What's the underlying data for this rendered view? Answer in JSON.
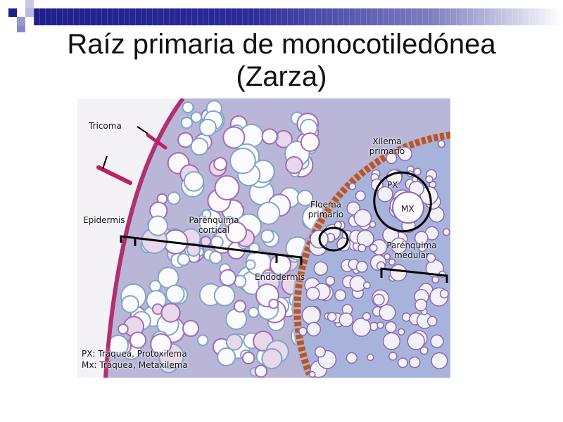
{
  "slide": {
    "title_line1": "Raíz primaria de monocotiledónea",
    "title_line2": "(Zarza)"
  },
  "labels": {
    "tricoma": "Tricoma",
    "xilema": "Xilema primario",
    "px": "PX",
    "mx": "MX",
    "floema": "Floema primario",
    "epidermis": "Epidermis",
    "parenquima_cortical": "Parénquima cortical",
    "parenquima_medular": "Parénquima medular",
    "endodermis": "Endodermis",
    "legend1": "PX: Tráquea, Protoxilema",
    "legend2": "Mx: Tráquea, Metaxilema"
  },
  "colors": {
    "accent": "#1e1e8c",
    "endodermis": "#c0541e",
    "stain": "#8a5aa8"
  }
}
